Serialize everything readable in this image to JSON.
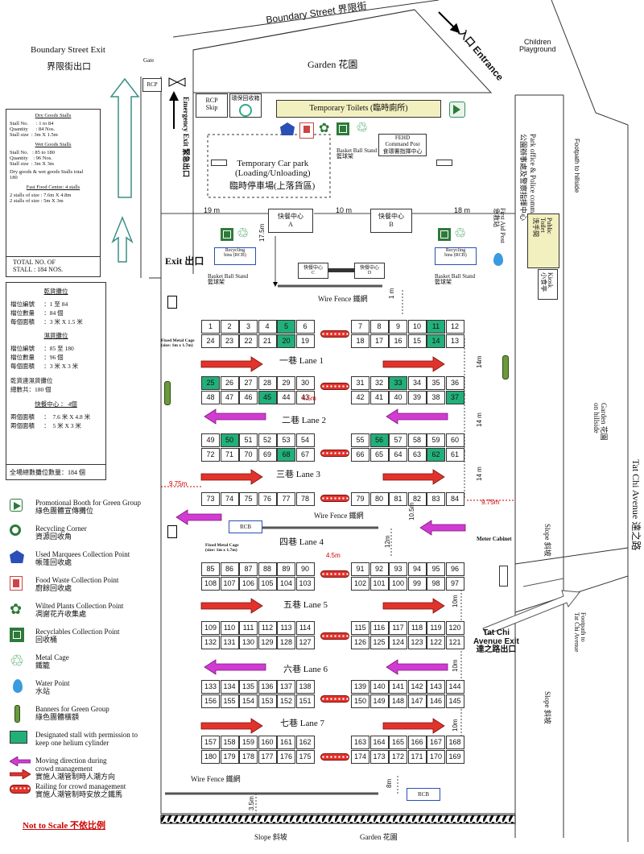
{
  "header": {
    "boundary_street": "Boundary Street 界限街",
    "entrance": "入口 Entrance",
    "children_playground": "Children\nPlayground",
    "footpath_hillside": "Footpath to hillside",
    "garden_top": "Garden  花園",
    "boundary_exit_en": "Boundary Street Exit",
    "boundary_exit_zh": "界限街出口",
    "gate": "Gate",
    "rcp_small": "RCP",
    "emergency_exit": "Emergency Exit 緊急出口",
    "rcp_skip": "RCP\nSkip",
    "recycle_bin": "環保回收箱",
    "temp_toilets": "Temporary Toilets (臨時廁所)",
    "fehd_post": "FEHD\nCommand Post\n食環署指揮中心",
    "basketball_stand": "Basket Ball Stand\n籃球架",
    "temp_carpark_en": "Temporary Car park\n(Loading/Unloading)",
    "temp_carpark_zh": "臨時停車場(上落貨區)",
    "park_office": "Park office & Police command Centre\n公園辦事處及警察指揮中心",
    "public_toilet": "Public\nToilet\n洗手間",
    "kiosk": "Kiosk\n小食亭",
    "first_aid": "First Aid Post\n急救站"
  },
  "fast_food": {
    "a": "快餐中心\nA",
    "b": "快餐中心\nB",
    "c": "快餐中心\nC",
    "d": "快餐中心\nD"
  },
  "dims": {
    "d19": "19 m",
    "d10": "10 m",
    "d18": "18 m",
    "d175": "17.5m",
    "d1m": "1 m",
    "d45a": "4.5m",
    "d45b": "4.5m",
    "d14a": "14m",
    "d14b": "14 m",
    "d14c": "14 m",
    "d975a": "9.75m",
    "d975b": "9.75m",
    "d105": "10.5m",
    "d12": "12m",
    "d10a": "10m",
    "d10b": "10m",
    "d10c": "10m",
    "d8": "8m",
    "d35": "3.5m"
  },
  "left_panel": {
    "dry_title": "Dry Goods Stalls",
    "dry_text": "Stall No.      : 1 to 84\nQuantity      : 84 Nos.\nStall size  : 3m X 1.5m",
    "wet_title": "Wet Goods Stalls",
    "wet_text": "Stall No.   : 85 to 180\nQuantity    : 96 Nos.\nStall size  : 3m X 3m",
    "total_text": "Dry goods & wet goods Stalls total\n180",
    "fast_title": "Fast Food Centre: 4 stalls",
    "fast_text": "2 stalls of size : 7.6m X 4.8m\n2 stalls of size : 5m X 3m",
    "total_stall": "TOTAL NO. OF\nSTALL : 184 NOS.",
    "zh_dry_title": "乾貨攤位",
    "zh_dry_text": "檔位編號      ：1 至 84\n檔位數量      ：84 個\n每個面積      ：3 米 X 1.5 米",
    "zh_wet_title": "濕貨攤位",
    "zh_wet_text": "檔位編號      ：85 至 180\n檔位數量      ：96 個\n每個面積      ：3 米 X 3 米",
    "zh_total": "乾貨連濕貨攤位\n總數共：180 個",
    "zh_fast_title": "快餐中心  ：   4個",
    "zh_fast_text": "兩個面積      ：  7.6 米 X 4.8 米\n兩個面積      ：  5 米 X 3 米",
    "zh_grand": "全場總數攤位數量：184 個"
  },
  "exit_mid": "Exit 出口",
  "recycling_bins": "Recycling\nbins (RCB)",
  "basket_small": "Basket Ball Stand\n籃球架",
  "wire_fence_1": "Wire Fence 鐵網",
  "wire_fence_2": "Wire Fence 鐵網",
  "wire_fence_3": "Wire Fence 鐵網",
  "rcb": "RCB",
  "fixed_cage_1": "Fixed Metal Cage\n(size: 1m x 1.7m)",
  "fixed_cage_2": "Fixed Metal Cage\n(size: 1m x 1.7m)",
  "meter_cabinet": "Meter Cabinet",
  "garden_hillside": "Garden 花園\non hillside",
  "tat_chi_avenue": "Tat Chi Avenue 達之路",
  "slope_1": "Slope 斜坡",
  "slope_2": "Slope 斜坡",
  "tat_chi_exit": "Tat Chi\nAvenue Exit\n達之路出口",
  "footpath_tatchi": "Footpath to\nTat Chi Avenue",
  "bottom_slope": "Slope 斜坡",
  "bottom_garden": "Garden  花園",
  "lanes": {
    "l1": "一巷 Lane 1",
    "l2": "二巷 Lane 2",
    "l3": "三巷  Lane 3",
    "l4": "四巷 Lane 4",
    "l5": "五巷 Lane 5",
    "l6": "六巷 Lane 6",
    "l7": "七巷 Lane 7"
  },
  "legend": [
    {
      "icon": "promotional-booth-icon",
      "label": "Promotional Booth for Green Group\n綠色團體宣傳攤位"
    },
    {
      "icon": "recycling-corner-icon",
      "label": "Recycling Corner\n資源回收角"
    },
    {
      "icon": "marquee-icon",
      "label": "Used Marquees Collection Point\n帳篷回收處"
    },
    {
      "icon": "food-waste-icon",
      "label": "Food Waste Collection Point\n廚餘回收處"
    },
    {
      "icon": "wilted-plants-icon",
      "label": "Wilted Plants Collection Point\n凋謝花卉收集處"
    },
    {
      "icon": "recyclables-icon",
      "label": "Recyclables Collection Point\n回收桶"
    },
    {
      "icon": "metal-cage-icon",
      "label": "Metal Cage\n鐵籠"
    },
    {
      "icon": "water-point-icon",
      "label": "Water Point\n水站"
    },
    {
      "icon": "banner-icon",
      "label": "Banners for Green Group\n綠色團體橫額"
    },
    {
      "icon": "designated-stall-icon",
      "label": "Designated stall with permission to\nkeep one helium cylinder"
    },
    {
      "icon": "moving-direction-icon",
      "label": "Moving direction during\ncrowd management\n實施人潮管制時人潮方向"
    },
    {
      "icon": "railing-icon",
      "label": "Railing for crowd management\n實施人潮管制時安放之鐵馬"
    }
  ],
  "not_to_scale": "Not to Scale 不依比例",
  "stall_blocks": [
    {
      "top": [
        1,
        2,
        3,
        4,
        5,
        6
      ],
      "bottom": [
        24,
        23,
        22,
        21,
        20,
        19
      ],
      "green": [
        5,
        20
      ]
    },
    {
      "top": [
        7,
        8,
        9,
        10,
        11,
        12
      ],
      "bottom": [
        18,
        17,
        16,
        15,
        14,
        13
      ],
      "green": [
        11,
        14
      ]
    },
    {
      "top": [
        25,
        26,
        27,
        28,
        29,
        30
      ],
      "bottom": [
        48,
        47,
        46,
        45,
        44,
        43
      ],
      "green": [
        25,
        45
      ]
    },
    {
      "top": [
        31,
        32,
        33,
        34,
        35,
        36
      ],
      "bottom": [
        42,
        41,
        40,
        39,
        38,
        37
      ],
      "green": [
        33,
        37
      ]
    },
    {
      "top": [
        49,
        50,
        51,
        52,
        53,
        54
      ],
      "bottom": [
        72,
        71,
        70,
        69,
        68,
        67
      ],
      "green": [
        50,
        68
      ]
    },
    {
      "top": [
        55,
        56,
        57,
        58,
        59,
        60
      ],
      "bottom": [
        66,
        65,
        64,
        63,
        62,
        61
      ],
      "green": [
        56,
        62
      ]
    },
    {
      "top": [],
      "bottom": [
        73,
        74,
        75,
        76,
        77,
        78
      ],
      "green": []
    },
    {
      "top": [],
      "bottom": [
        79,
        80,
        81,
        82,
        83,
        84
      ],
      "green": []
    },
    {
      "top": [
        85,
        86,
        87,
        88,
        89,
        90
      ],
      "bottom": [
        108,
        107,
        106,
        105,
        104,
        103
      ],
      "green": []
    },
    {
      "top": [
        91,
        92,
        93,
        94,
        95,
        96
      ],
      "bottom": [
        102,
        101,
        100,
        99,
        98,
        97
      ],
      "green": []
    },
    {
      "top": [
        109,
        110,
        111,
        112,
        113,
        114
      ],
      "bottom": [
        132,
        131,
        130,
        129,
        128,
        127
      ],
      "green": []
    },
    {
      "top": [
        115,
        116,
        117,
        118,
        119,
        120
      ],
      "bottom": [
        126,
        125,
        124,
        123,
        122,
        121
      ],
      "green": []
    },
    {
      "top": [
        133,
        134,
        135,
        136,
        137,
        138
      ],
      "bottom": [
        156,
        155,
        154,
        153,
        152,
        151
      ],
      "green": []
    },
    {
      "top": [
        139,
        140,
        141,
        142,
        143,
        144
      ],
      "bottom": [
        150,
        149,
        148,
        147,
        146,
        145
      ],
      "green": []
    },
    {
      "top": [
        157,
        158,
        159,
        160,
        161,
        162
      ],
      "bottom": [
        180,
        179,
        178,
        177,
        176,
        175
      ],
      "green": []
    },
    {
      "top": [
        163,
        164,
        165,
        166,
        167,
        168
      ],
      "bottom": [
        174,
        173,
        172,
        171,
        170,
        169
      ],
      "green": []
    }
  ],
  "colors": {
    "green_stall": "#22b07a",
    "red_arrow": "#e2332b",
    "magenta_arrow": "#d23bd2",
    "toilet_yellow": "#f3f0c0"
  }
}
